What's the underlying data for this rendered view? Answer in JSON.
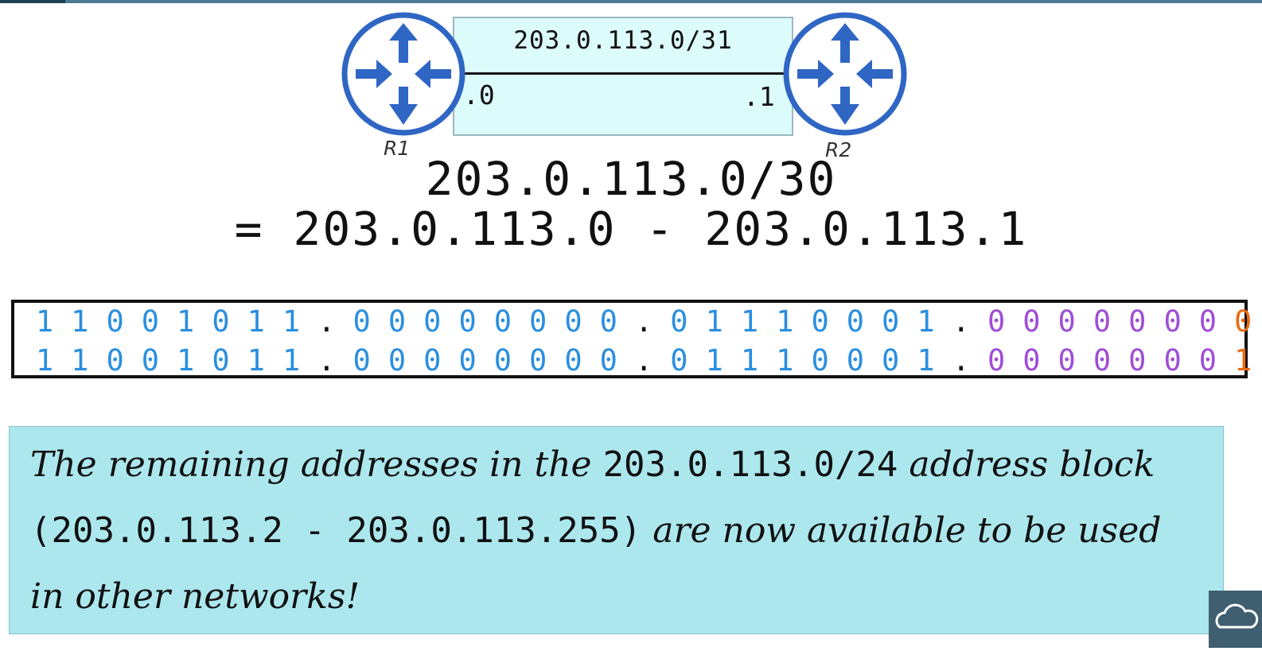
{
  "diagram": {
    "link_subnet": "203.0.113.0/31",
    "r1_suffix": ".0",
    "r2_suffix": ".1",
    "r1_label": "R1",
    "r2_label": "R2",
    "router_color": "#2f66c4",
    "link_fill": "#dcfbfb"
  },
  "range": {
    "prefix": "203.0.113.0/30",
    "addresses": "= 203.0.113.0 - 203.0.113.1"
  },
  "binary": {
    "rows": [
      {
        "octets": [
          [
            "1",
            "1",
            "0",
            "0",
            "1",
            "0",
            "1",
            "1"
          ],
          [
            "0",
            "0",
            "0",
            "0",
            "0",
            "0",
            "0",
            "0"
          ],
          [
            "0",
            "1",
            "1",
            "1",
            "0",
            "0",
            "0",
            "1"
          ],
          [
            "0",
            "0",
            "0",
            "0",
            "0",
            "0",
            "0",
            "0"
          ]
        ]
      },
      {
        "octets": [
          [
            "1",
            "1",
            "0",
            "0",
            "1",
            "0",
            "1",
            "1"
          ],
          [
            "0",
            "0",
            "0",
            "0",
            "0",
            "0",
            "0",
            "0"
          ],
          [
            "0",
            "1",
            "1",
            "1",
            "0",
            "0",
            "0",
            "1"
          ],
          [
            "0",
            "0",
            "0",
            "0",
            "0",
            "0",
            "0",
            "1"
          ]
        ]
      }
    ],
    "separator": ".",
    "colors": {
      "network": "#2a8fe0",
      "host": "#a04ed6",
      "host_last": "#ec6a14"
    }
  },
  "note": {
    "line1": [
      {
        "t": "The remaining addresses in the ",
        "s": "h"
      },
      {
        "t": "203.0.113.0/24",
        "s": "m"
      },
      {
        "t": " address block",
        "s": "h"
      }
    ],
    "line2": [
      {
        "t": "(203.0.113.2 - 203.0.113.255)",
        "s": "m"
      },
      {
        "t": " are now available to be used",
        "s": "h"
      }
    ],
    "line3": [
      {
        "t": "in other networks!",
        "s": "h"
      }
    ],
    "background": "#ace7ee"
  },
  "corner_logo_icon": "cloud-logo-icon"
}
